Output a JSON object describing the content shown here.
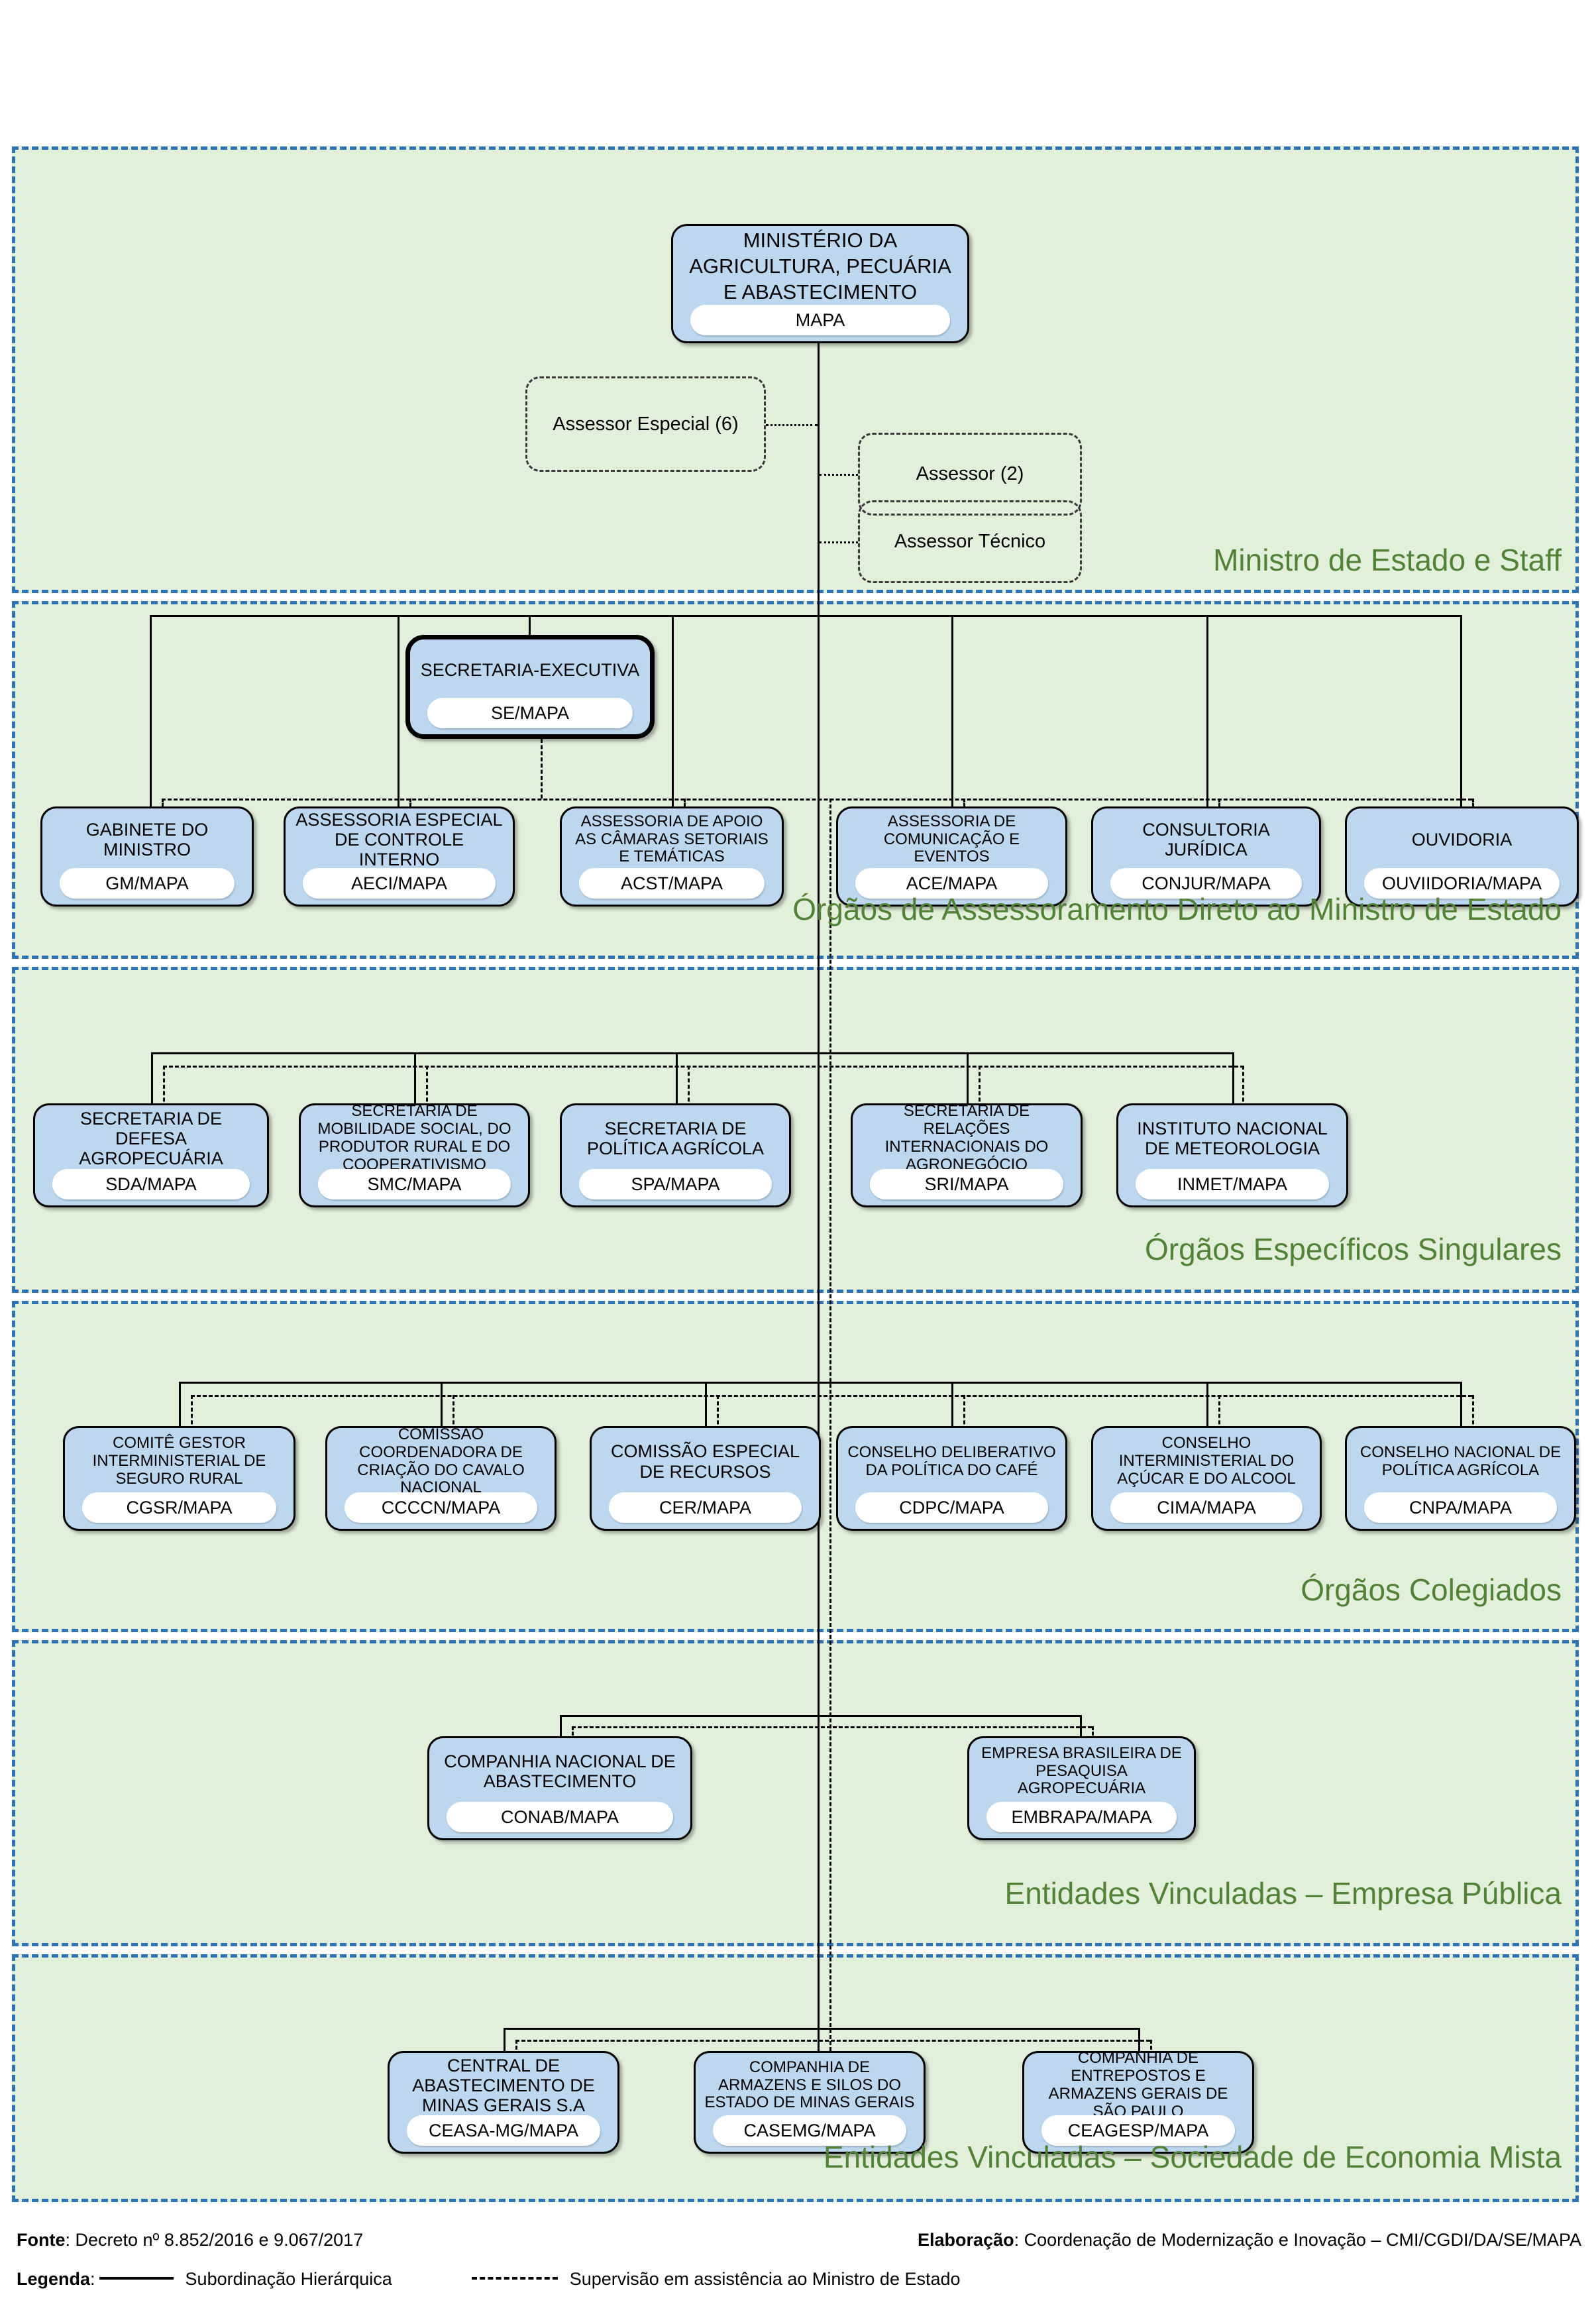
{
  "ministry": {
    "name": "MINISTÉRIO DA AGRICULTURA, PECUÁRIA E ABASTECIMENTO",
    "acronym": "MAPA"
  },
  "staff": {
    "especial": "Assessor Especial (6)",
    "assessor": "Assessor (2)",
    "tecnico": "Assessor Técnico"
  },
  "section_labels": [
    "Ministro de Estado e Staff",
    "Órgãos de Assessoramento Direto ao Ministro de Estado",
    "Órgãos Específicos Singulares",
    "Órgãos Colegiados",
    "Entidades Vinculadas – Empresa Pública",
    "Entidades Vinculadas – Sociedade de Economia Mista"
  ],
  "executive": {
    "name": "SECRETARIA-EXECUTIVA",
    "acronym": "SE/MAPA"
  },
  "advisory": [
    {
      "name": "GABINETE DO MINISTRO",
      "acronym": "GM/MAPA"
    },
    {
      "name": "ASSESSORIA ESPECIAL DE CONTROLE INTERNO",
      "acronym": "AECI/MAPA"
    },
    {
      "name": "ASSESSORIA DE APOIO AS CÂMARAS SETORIAIS E TEMÁTICAS",
      "acronym": "ACST/MAPA"
    },
    {
      "name": "ASSESSORIA DE COMUNICAÇÃO E EVENTOS",
      "acronym": "ACE/MAPA"
    },
    {
      "name": "CONSULTORIA JURÍDICA",
      "acronym": "CONJUR/MAPA"
    },
    {
      "name": "OUVIDORIA",
      "acronym": "OUVIIDORIA/MAPA"
    }
  ],
  "singular": [
    {
      "name": "SECRETARIA DE DEFESA AGROPECUÁRIA",
      "acronym": "SDA/MAPA"
    },
    {
      "name": "SECRETARIA DE MOBILIDADE SOCIAL, DO PRODUTOR RURAL E DO COOPERATIVISMO",
      "acronym": "SMC/MAPA"
    },
    {
      "name": "SECRETARIA DE POLÍTICA AGRÍCOLA",
      "acronym": "SPA/MAPA"
    },
    {
      "name": "SECRETARIA DE RELAÇÕES INTERNACIONAIS DO AGRONEGÓCIO",
      "acronym": "SRI/MAPA"
    },
    {
      "name": "INSTITUTO NACIONAL DE METEOROLOGIA",
      "acronym": "INMET/MAPA"
    }
  ],
  "collegiate": [
    {
      "name": "COMITÊ GESTOR INTERMINISTERIAL DE SEGURO RURAL",
      "acronym": "CGSR/MAPA"
    },
    {
      "name": "COMISSÃO COORDENADORA DE CRIAÇÃO DO CAVALO NACIONAL",
      "acronym": "CCCCN/MAPA"
    },
    {
      "name": "COMISSÃO ESPECIAL DE RECURSOS",
      "acronym": "CER/MAPA"
    },
    {
      "name": "CONSELHO DELIBERATIVO DA POLÍTICA DO CAFÉ",
      "acronym": "CDPC/MAPA"
    },
    {
      "name": "CONSELHO INTERMINISTERIAL DO AÇÚCAR E DO ALCOOL",
      "acronym": "CIMA/MAPA"
    },
    {
      "name": "CONSELHO NACIONAL DE POLÍTICA AGRÍCOLA",
      "acronym": "CNPA/MAPA"
    }
  ],
  "public_companies": [
    {
      "name": "COMPANHIA NACIONAL DE ABASTECIMENTO",
      "acronym": "CONAB/MAPA"
    },
    {
      "name": "EMPRESA BRASILEIRA DE PESAQUISA AGROPECUÁRIA",
      "acronym": "EMBRAPA/MAPA"
    }
  ],
  "mixed_companies": [
    {
      "name": "CENTRAL DE ABASTECIMENTO DE MINAS GERAIS S.A",
      "acronym": "CEASA-MG/MAPA"
    },
    {
      "name": "COMPANHIA DE ARMAZENS E SILOS DO ESTADO DE MINAS GERAIS",
      "acronym": "CASEMG/MAPA"
    },
    {
      "name": "COMPANHIA DE ENTREPOSTOS E ARMAZENS GERAIS DE SÃO PAULO",
      "acronym": "CEAGESP/MAPA"
    }
  ],
  "footer": {
    "fonte_label": "Fonte",
    "fonte_text": ": Decreto nº 8.852/2016 e 9.067/2017",
    "elaboracao_label": "Elaboração",
    "elaboracao_text": ": Coordenação de Modernização e Inovação – CMI/CGDI/DA/SE/MAPA",
    "legenda_label": "Legenda",
    "legenda_colon": ":",
    "legend_solid": "Subordinação Hierárquica",
    "legend_dashed": "Supervisão em assistência ao Ministro de Estado"
  },
  "colors": {
    "band_fill": "#e2efda",
    "band_border": "#2e74b5",
    "box_fill": "#bdd7ee",
    "label_green": "#538135"
  }
}
